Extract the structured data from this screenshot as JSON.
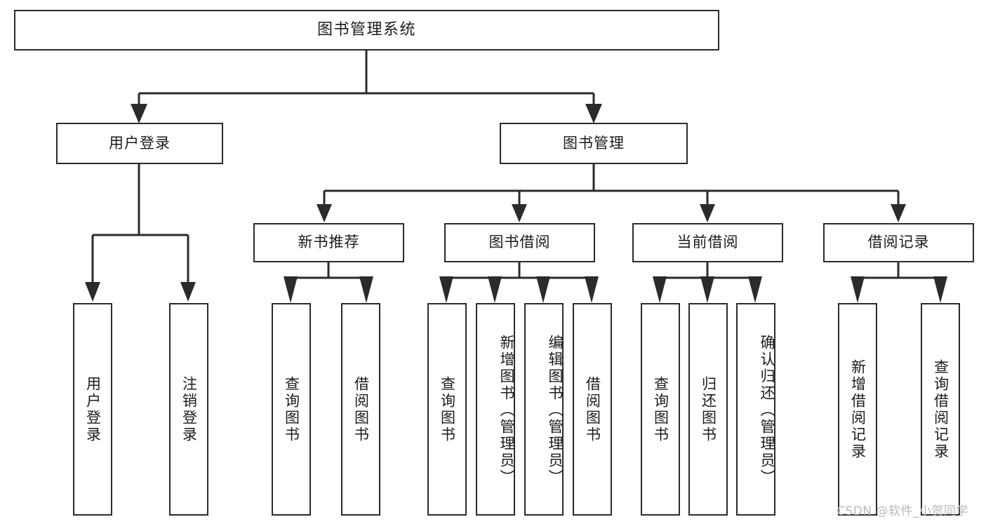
{
  "diagram": {
    "type": "tree-hierarchy",
    "title": "图书管理系统",
    "watermark": "CSDN @软件_小贺同学",
    "colors": {
      "box_border": "#2b2b2b",
      "box_fill": "#ffffff",
      "edge": "#2b2b2b",
      "text": "#1b1b1b",
      "watermark": "#b9b9b9",
      "background": "#ffffff"
    },
    "root": {
      "label": "图书管理系统",
      "orientation": "horizontal"
    },
    "level2": [
      {
        "label": "用户登录",
        "orientation": "horizontal"
      },
      {
        "label": "图书管理",
        "orientation": "horizontal"
      }
    ],
    "level3": [
      {
        "label": "新书推荐",
        "orientation": "horizontal",
        "parent": "图书管理"
      },
      {
        "label": "图书借阅",
        "orientation": "horizontal",
        "parent": "图书管理"
      },
      {
        "label": "当前借阅",
        "orientation": "horizontal",
        "parent": "图书管理"
      },
      {
        "label": "借阅记录",
        "orientation": "horizontal",
        "parent": "图书管理"
      }
    ],
    "leaves": {
      "user_login": [
        {
          "label": "用户登录",
          "orientation": "vertical"
        },
        {
          "label": "注销登录",
          "orientation": "vertical"
        }
      ],
      "new_book_recommend": [
        {
          "label": "查询图书",
          "orientation": "vertical"
        },
        {
          "label": "借阅图书",
          "orientation": "vertical"
        }
      ],
      "book_borrow": [
        {
          "label": "查询图书",
          "orientation": "vertical"
        },
        {
          "label": "新增图书（管理员）",
          "orientation": "vertical"
        },
        {
          "label": "编辑图书（管理员）",
          "orientation": "vertical"
        },
        {
          "label": "借阅图书",
          "orientation": "vertical"
        }
      ],
      "current_borrow": [
        {
          "label": "查询图书",
          "orientation": "vertical"
        },
        {
          "label": "归还图书",
          "orientation": "vertical"
        },
        {
          "label": "确认归还（管理员）",
          "orientation": "vertical"
        }
      ],
      "borrow_record": [
        {
          "label": "新增借阅记录",
          "orientation": "vertical"
        },
        {
          "label": "查询借阅记录",
          "orientation": "vertical"
        }
      ]
    }
  }
}
